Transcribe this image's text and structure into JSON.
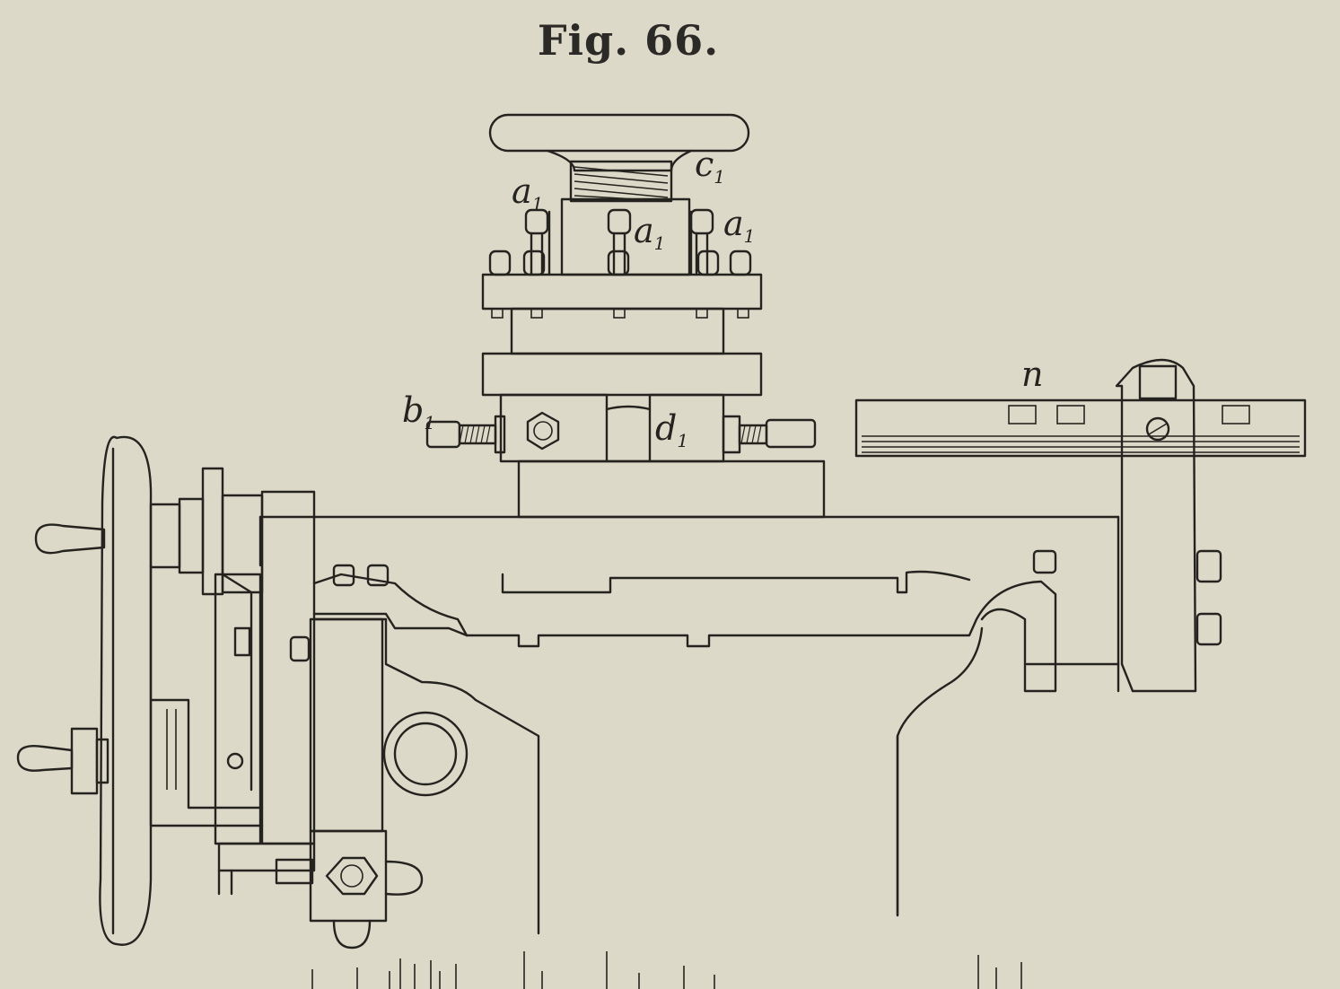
{
  "figure": {
    "title": "Fig. 66.",
    "labels": {
      "a1_left": "a",
      "a1_mid": "a",
      "a1_right": "a",
      "c1": "c",
      "b1": "b",
      "d1": "d",
      "n": "n",
      "subscript": "1"
    }
  },
  "colors": {
    "paper": "#ddd9c8",
    "ink": "#25231f"
  }
}
